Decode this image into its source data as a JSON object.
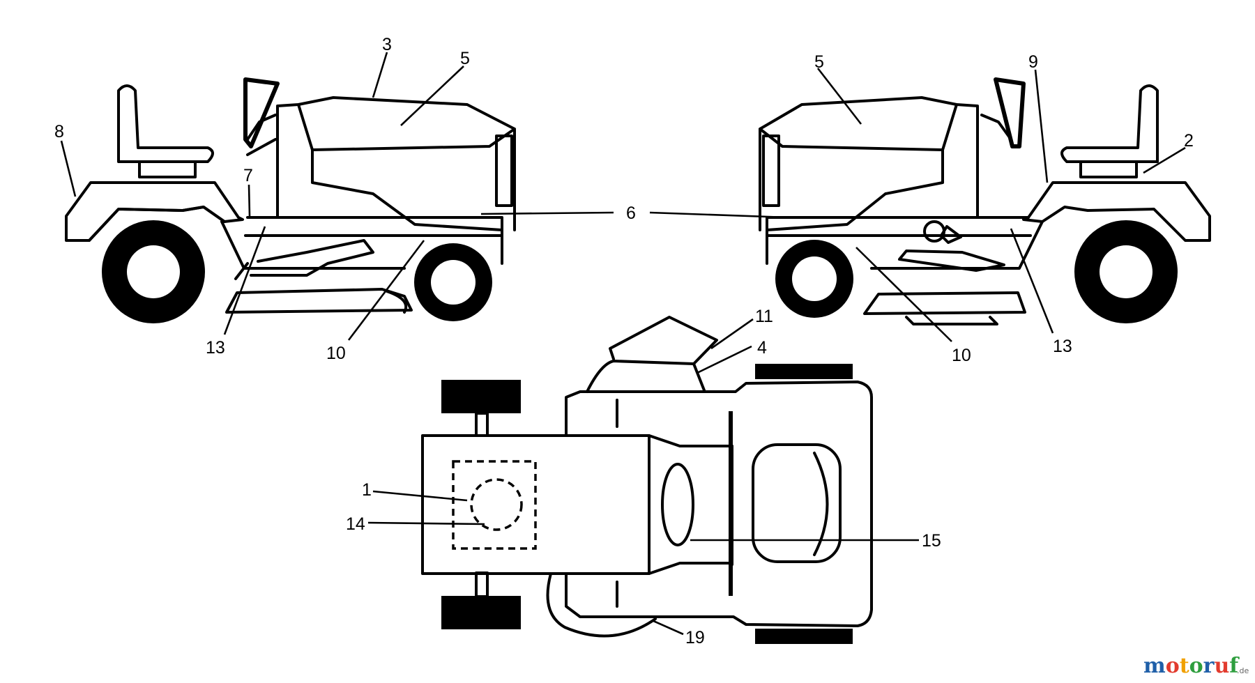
{
  "callouts": {
    "c1": "1",
    "c2": "2",
    "c3": "3",
    "c4": "4",
    "c5_left": "5",
    "c5_right": "5",
    "c6": "6",
    "c7": "7",
    "c8": "8",
    "c9": "9",
    "c10_left": "10",
    "c10_right": "10",
    "c11": "11",
    "c13_left": "13",
    "c13_right": "13",
    "c14": "14",
    "c15": "15",
    "c19": "19"
  },
  "watermark": {
    "brand_m": "m",
    "brand_o1": "o",
    "brand_t": "t",
    "brand_o2": "o",
    "brand_r": "r",
    "brand_u": "u",
    "brand_f": "f",
    "tld": ".de",
    "colors": [
      "#1f5fa8",
      "#e23b2e",
      "#f0a000",
      "#2e9e3e",
      "#1f5fa8",
      "#e23b2e",
      "#2e9e3e"
    ]
  }
}
